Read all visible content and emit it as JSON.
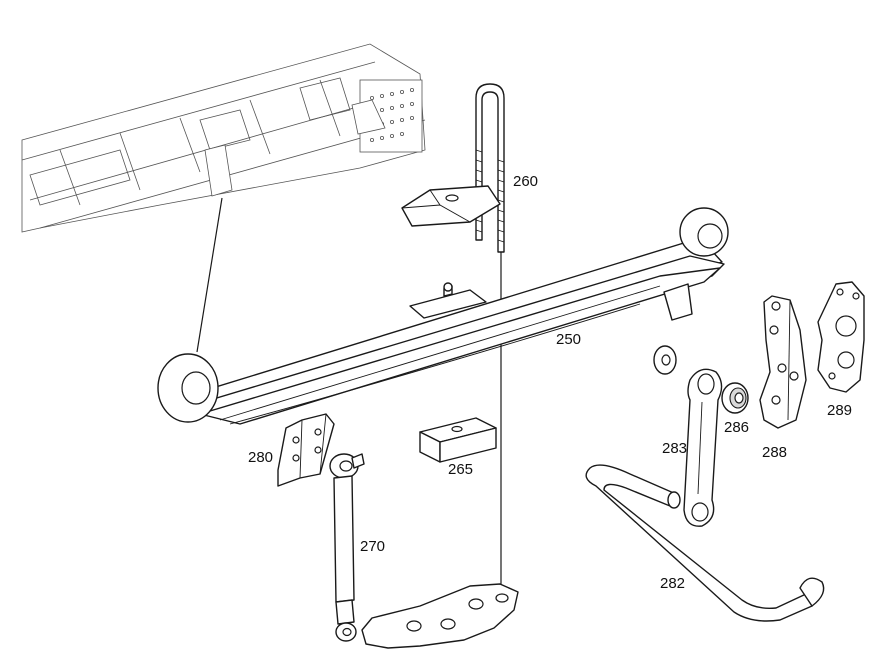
{
  "labels": {
    "p250": "250",
    "p260": "260",
    "p265": "265",
    "p270": "270",
    "p280": "280",
    "p282": "282",
    "p283": "283",
    "p286": "286",
    "p288": "288",
    "p289": "289"
  }
}
